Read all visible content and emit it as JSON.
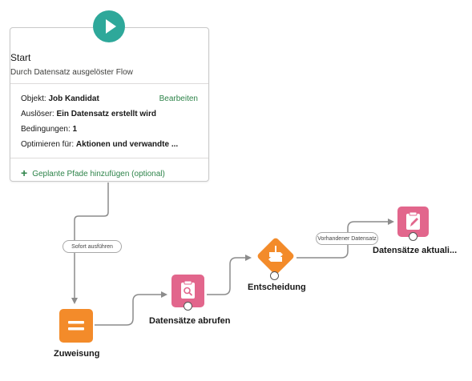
{
  "start": {
    "title": "Start",
    "subtitle": "Durch Datensatz ausgelöster Flow",
    "object_label": "Objekt:",
    "object_value": "Job Kandidat",
    "edit_label": "Bearbeiten",
    "trigger_label": "Auslöser:",
    "trigger_value": "Ein Datensatz erstellt wird",
    "conditions_label": "Bedingungen:",
    "conditions_value": "1",
    "optimize_label": "Optimieren für:",
    "optimize_value": "Aktionen und verwandte ...",
    "add_paths_label": "Geplante Pfade hinzufügen (optional)"
  },
  "connectors": {
    "run_immediately": "Sofort ausführen",
    "existing_record": "Vorhandener Datensatz"
  },
  "nodes": {
    "assignment": "Zuweisung",
    "get_records": "Datensätze abrufen",
    "decision": "Entscheidung",
    "update_records": "Datensätze aktuali..."
  },
  "colors": {
    "start": "#2ea89a",
    "assignment": "#f38b2a",
    "records": "#e2668c",
    "decision": "#f38b2a",
    "link": "#2e844a"
  },
  "icons": {
    "start": "play-icon",
    "assignment": "equals-icon",
    "get_records": "clipboard-search-icon",
    "decision": "decision-icon",
    "update_records": "clipboard-edit-icon",
    "add": "plus-icon"
  }
}
